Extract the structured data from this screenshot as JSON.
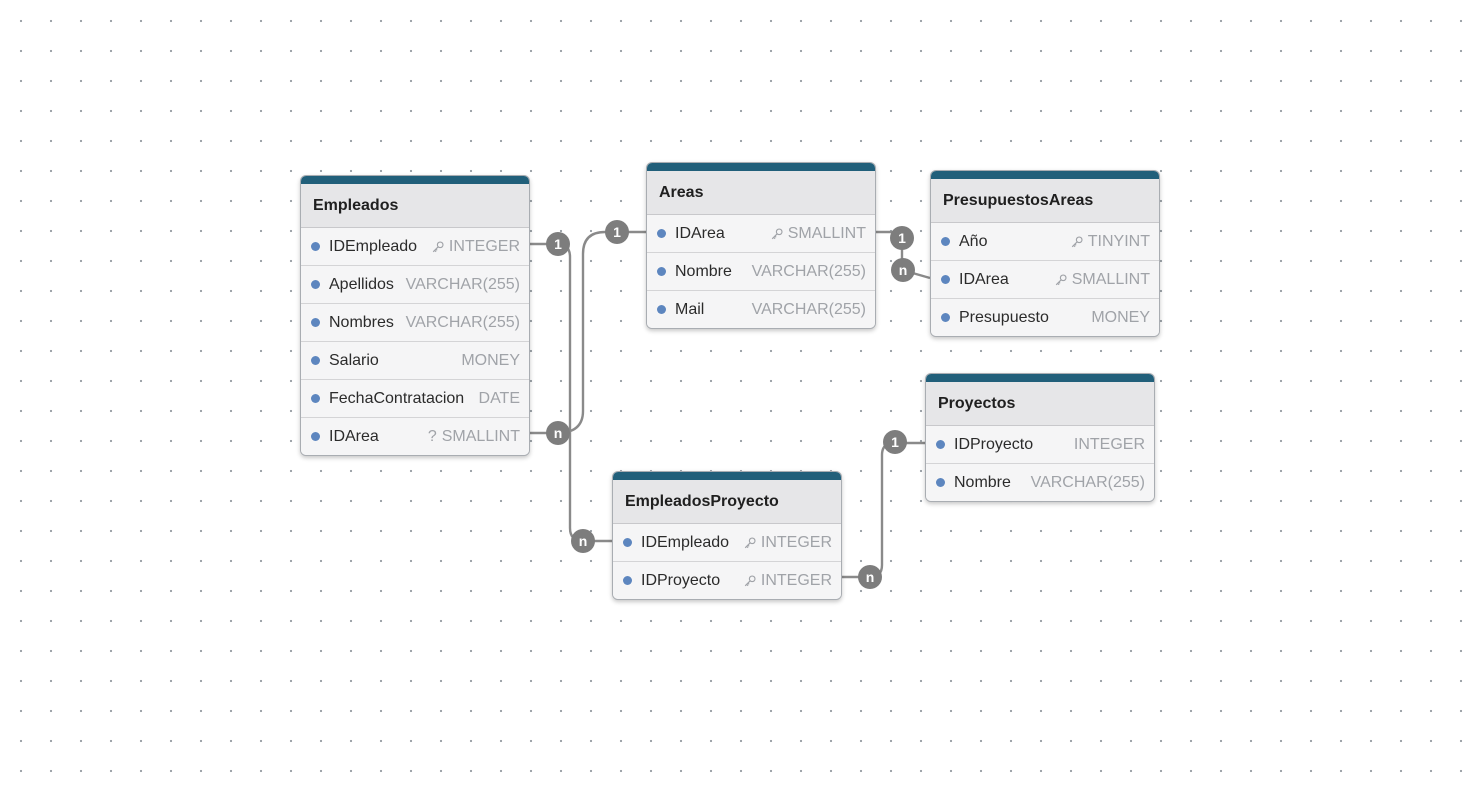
{
  "diagram": {
    "tables": [
      {
        "name": "Empleados",
        "fields": [
          {
            "name": "IDEmpleado",
            "type": "INTEGER",
            "key": true,
            "nullable": false
          },
          {
            "name": "Apellidos",
            "type": "VARCHAR(255)",
            "key": false,
            "nullable": false
          },
          {
            "name": "Nombres",
            "type": "VARCHAR(255)",
            "key": false,
            "nullable": false
          },
          {
            "name": "Salario",
            "type": "MONEY",
            "key": false,
            "nullable": false
          },
          {
            "name": "FechaContratacion",
            "type": "DATE",
            "key": false,
            "nullable": false
          },
          {
            "name": "IDArea",
            "type": "SMALLINT",
            "key": false,
            "nullable": true
          }
        ]
      },
      {
        "name": "Areas",
        "fields": [
          {
            "name": "IDArea",
            "type": "SMALLINT",
            "key": true,
            "nullable": false
          },
          {
            "name": "Nombre",
            "type": "VARCHAR(255)",
            "key": false,
            "nullable": false
          },
          {
            "name": "Mail",
            "type": "VARCHAR(255)",
            "key": false,
            "nullable": false
          }
        ]
      },
      {
        "name": "PresupuestosAreas",
        "fields": [
          {
            "name": "Año",
            "type": "TINYINT",
            "key": true,
            "nullable": false
          },
          {
            "name": "IDArea",
            "type": "SMALLINT",
            "key": true,
            "nullable": false
          },
          {
            "name": "Presupuesto",
            "type": "MONEY",
            "key": false,
            "nullable": false
          }
        ]
      },
      {
        "name": "Proyectos",
        "fields": [
          {
            "name": "IDProyecto",
            "type": "INTEGER",
            "key": false,
            "nullable": false
          },
          {
            "name": "Nombre",
            "type": "VARCHAR(255)",
            "key": false,
            "nullable": false
          }
        ]
      },
      {
        "name": "EmpleadosProyecto",
        "fields": [
          {
            "name": "IDEmpleado",
            "type": "INTEGER",
            "key": true,
            "nullable": false
          },
          {
            "name": "IDProyecto",
            "type": "INTEGER",
            "key": true,
            "nullable": false
          }
        ]
      }
    ],
    "relationships": [
      {
        "from": "Empleados.IDArea",
        "to": "Areas.IDArea",
        "from_card": "n",
        "to_card": "1"
      },
      {
        "from": "Empleados.IDEmpleado",
        "to": "EmpleadosProyecto.IDEmpleado",
        "from_card": "1",
        "to_card": "n"
      },
      {
        "from": "Areas.IDArea",
        "to": "PresupuestosAreas.IDArea",
        "from_card": "1",
        "to_card": "n"
      },
      {
        "from": "EmpleadosProyecto.IDProyecto",
        "to": "Proyectos.IDProyecto",
        "from_card": "n",
        "to_card": "1"
      }
    ],
    "colors": {
      "header_bar": "#215f7a",
      "field_dot": "#5d86bf",
      "connector": "#8a8a8a",
      "badge": "#7d7d7d"
    }
  }
}
